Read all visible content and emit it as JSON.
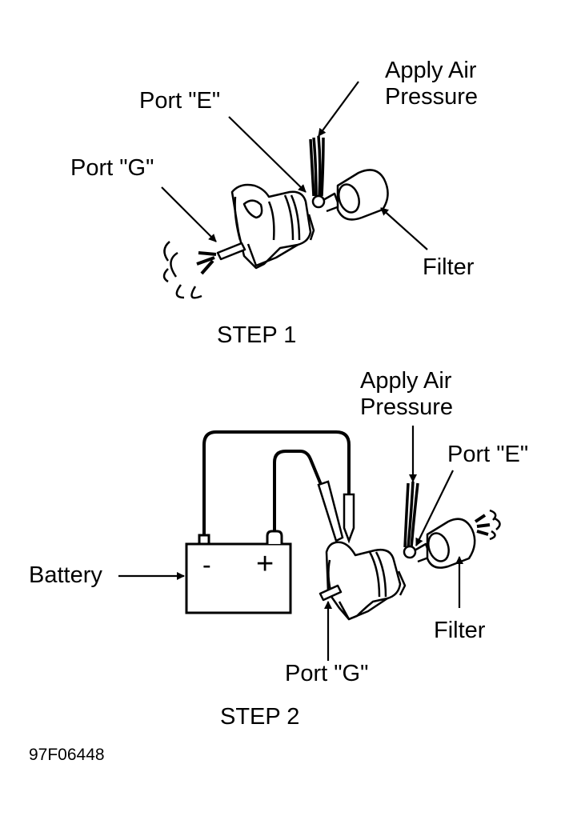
{
  "figure_id": "97F06448",
  "step1": {
    "title": "STEP 1",
    "labels": {
      "apply_air_line1": "Apply Air",
      "apply_air_line2": "Pressure",
      "port_e": "Port \"E\"",
      "port_g": "Port \"G\"",
      "filter": "Filter"
    }
  },
  "step2": {
    "title": "STEP 2",
    "labels": {
      "apply_air_line1": "Apply Air",
      "apply_air_line2": "Pressure",
      "port_e": "Port \"E\"",
      "port_g": "Port \"G\"",
      "filter": "Filter",
      "battery": "Battery"
    },
    "battery_terminals": {
      "negative": "-",
      "positive": "+"
    }
  }
}
